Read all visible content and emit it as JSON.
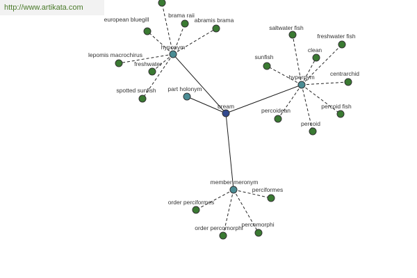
{
  "watermark": "http://www.artikata.com",
  "colors": {
    "root": "#334a8f",
    "hub": "#4a8c94",
    "leaf": "#3a7a32"
  },
  "root": {
    "id": "bream",
    "label": "bream"
  },
  "hubs": [
    {
      "id": "hyponym",
      "label": "hyponym"
    },
    {
      "id": "part_holonym",
      "label": "part holonym"
    },
    {
      "id": "hypernym",
      "label": "hypernym"
    },
    {
      "id": "member_meronym",
      "label": "member meronym"
    }
  ],
  "leaves": [
    {
      "id": "brama_top",
      "label": "",
      "hub": "hyponym"
    },
    {
      "id": "european_bluegill",
      "label": "european bluegill",
      "hub": "hyponym"
    },
    {
      "id": "brama_raii",
      "label": "brama raii",
      "hub": "hyponym"
    },
    {
      "id": "abramis_brama",
      "label": "abramis brama",
      "hub": "hyponym"
    },
    {
      "id": "lepomis_macrochirus",
      "label": "lepomis macrochirus",
      "hub": "hyponym"
    },
    {
      "id": "freshwater_a",
      "label": "freshwater",
      "hub": "hyponym"
    },
    {
      "id": "spotted_sunfish",
      "label": "spotted sunfish",
      "hub": "hyponym"
    },
    {
      "id": "saltwater_fish",
      "label": "saltwater fish",
      "hub": "hypernym"
    },
    {
      "id": "freshwater_fish",
      "label": "freshwater fish",
      "hub": "hypernym"
    },
    {
      "id": "clean",
      "label": "clean",
      "hub": "hypernym"
    },
    {
      "id": "sunfish",
      "label": "sunfish",
      "hub": "hypernym"
    },
    {
      "id": "centrarchid",
      "label": "centrarchid",
      "hub": "hypernym"
    },
    {
      "id": "percoidean",
      "label": "percoidean",
      "hub": "hypernym"
    },
    {
      "id": "percoid_fish",
      "label": "percoid fish",
      "hub": "hypernym"
    },
    {
      "id": "percoid",
      "label": "percoid",
      "hub": "hypernym"
    },
    {
      "id": "perciformes",
      "label": "perciformes",
      "hub": "member_meronym"
    },
    {
      "id": "order_perciformes",
      "label": "order perciformes",
      "hub": "member_meronym"
    },
    {
      "id": "order_percomorphi",
      "label": "order percomorphi",
      "hub": "member_meronym"
    },
    {
      "id": "percomorphi",
      "label": "percomorphi",
      "hub": "member_meronym"
    }
  ]
}
